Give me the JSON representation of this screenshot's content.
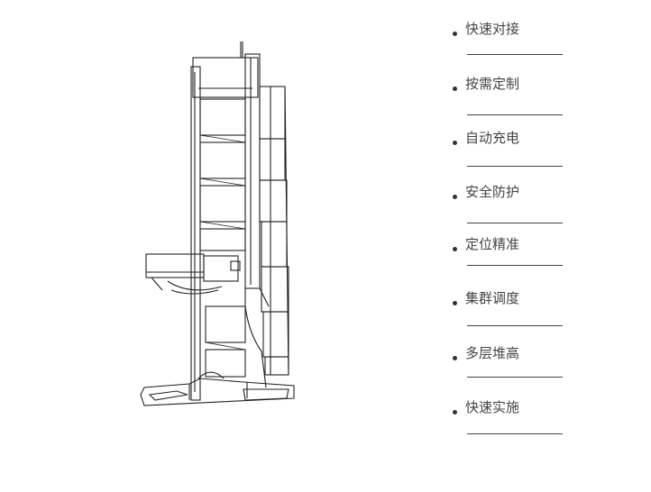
{
  "features": [
    {
      "label": "快速对接"
    },
    {
      "label": "按需定制"
    },
    {
      "label": "自动充电"
    },
    {
      "label": "安全防护"
    },
    {
      "label": "定位精准"
    },
    {
      "label": "集群调度"
    },
    {
      "label": "多层堆高"
    },
    {
      "label": "快速实施"
    }
  ],
  "colors": {
    "text": "#444444",
    "bullet": "#333333",
    "line": "#444444"
  }
}
